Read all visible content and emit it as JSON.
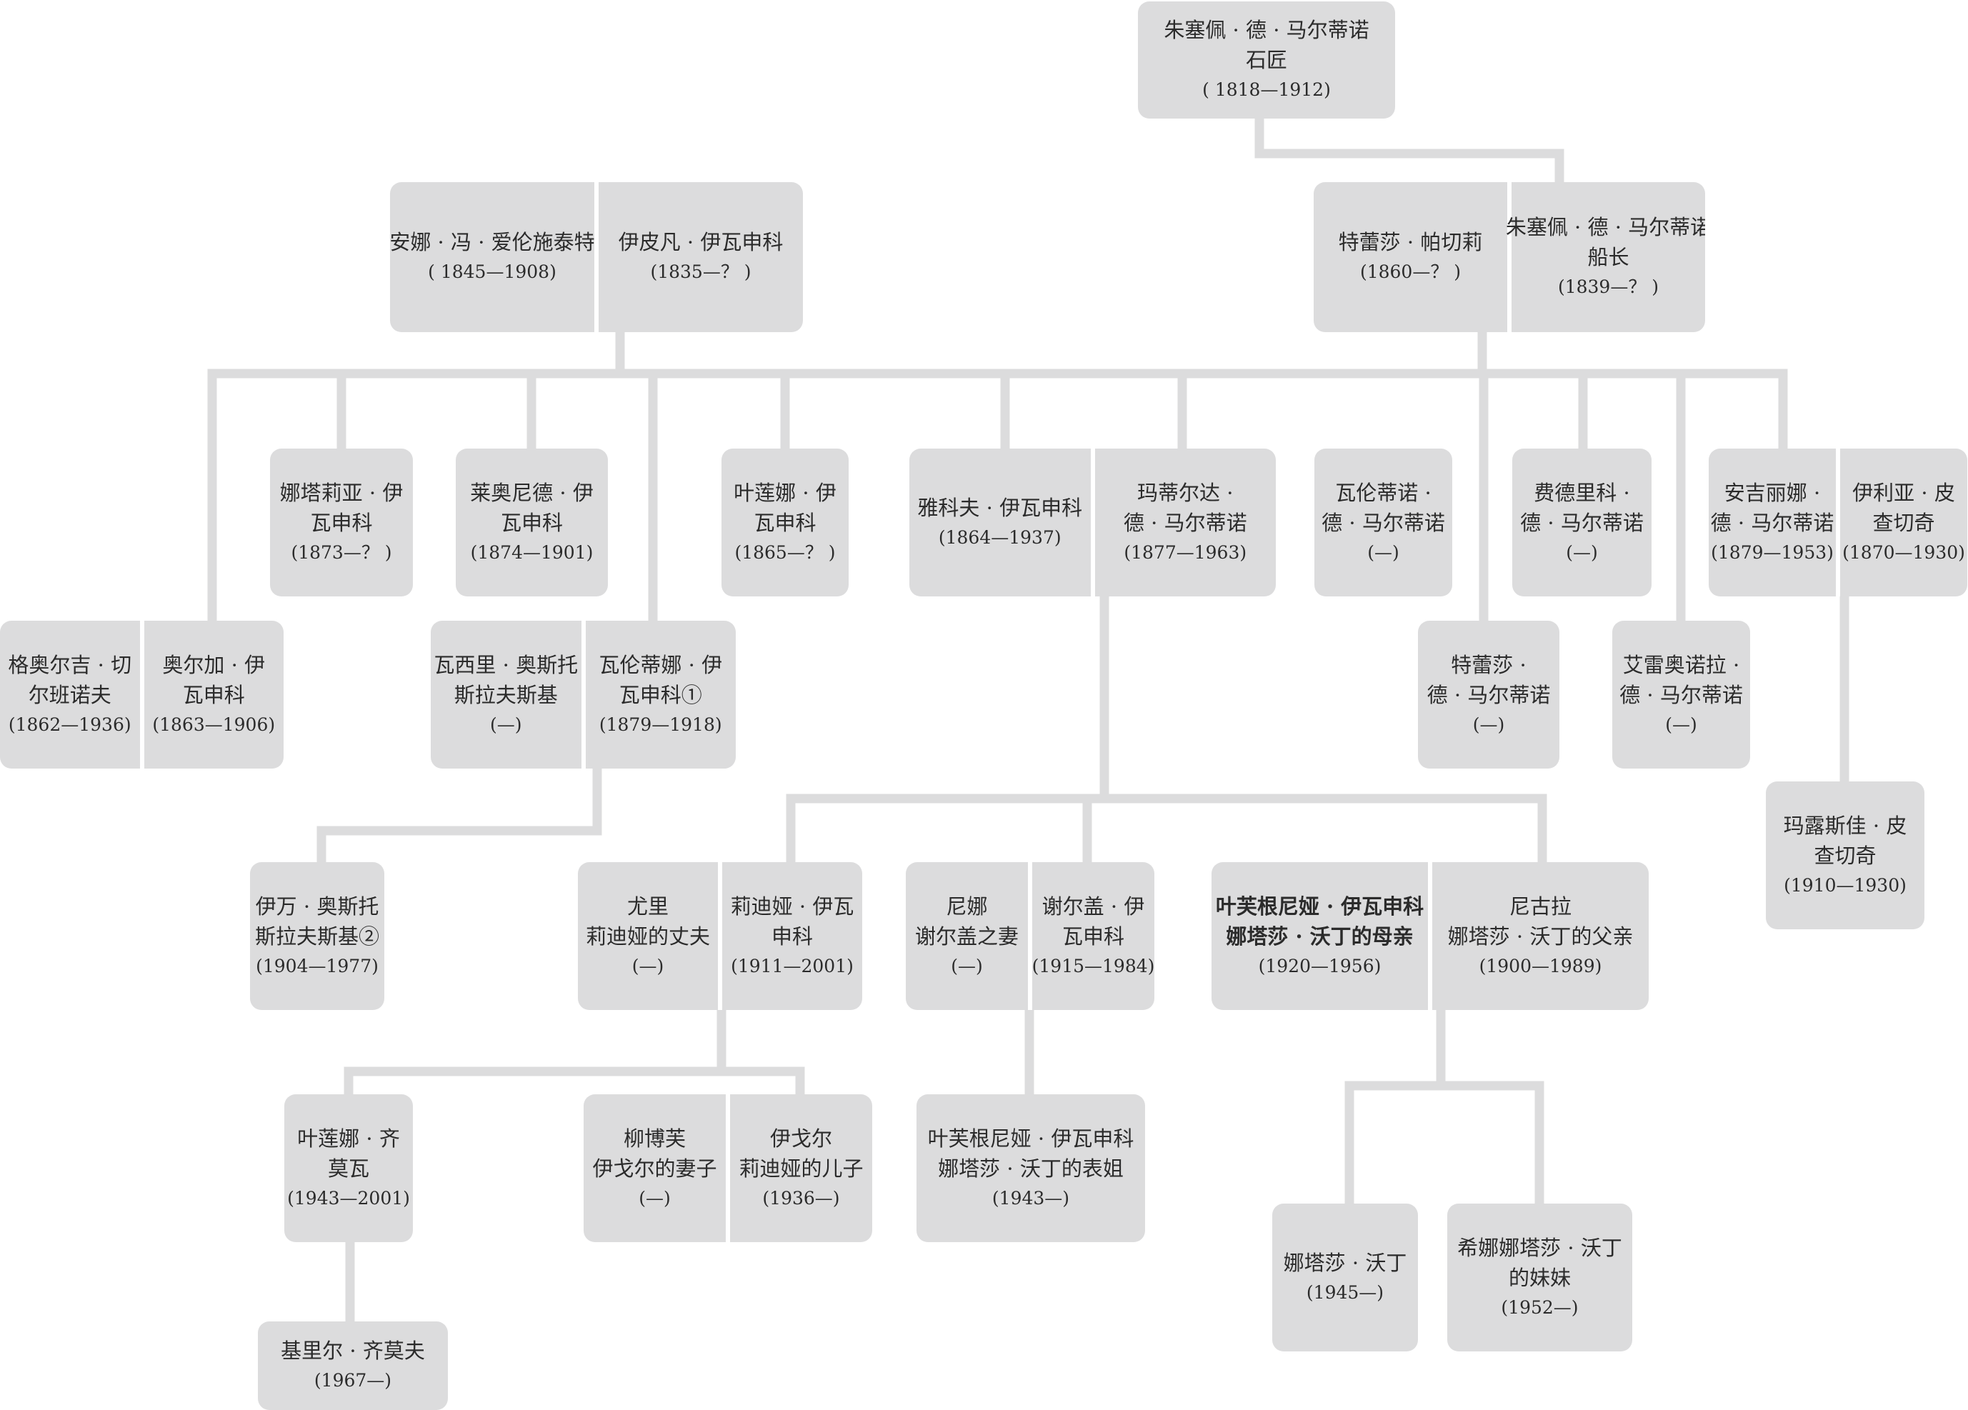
{
  "nodes": {
    "n1": [
      {
        "lines": [
          "朱塞佩 · 德 · 马尔蒂诺",
          "石匠",
          "( 1818—1912)"
        ]
      }
    ],
    "n2": [
      {
        "lines": [
          "安娜 · 冯 · 爱伦施泰特",
          "( 1845—1908)"
        ]
      },
      {
        "lines": [
          "伊皮凡 · 伊瓦申科",
          "(1835—？ )"
        ]
      }
    ],
    "n3": [
      {
        "lines": [
          "特蕾莎 · 帕切莉",
          "(1860—？ )"
        ]
      },
      {
        "lines": [
          "朱塞佩 · 德 · 马尔蒂诺",
          "船长",
          "(1839—？ )"
        ]
      }
    ],
    "n4": [
      {
        "lines": [
          "娜塔莉亚 · 伊",
          "瓦申科",
          "(1873—？ )"
        ]
      }
    ],
    "n5": [
      {
        "lines": [
          "莱奥尼德 · 伊",
          "瓦申科",
          "(1874—1901)"
        ]
      }
    ],
    "n6": [
      {
        "lines": [
          "叶莲娜 · 伊",
          "瓦申科",
          "(1865—？ )"
        ]
      }
    ],
    "n7": [
      {
        "lines": [
          "雅科夫 · 伊瓦申科",
          "(1864—1937)"
        ]
      },
      {
        "lines": [
          "玛蒂尔达 ·",
          "德 · 马尔蒂诺",
          "(1877—1963)"
        ]
      }
    ],
    "n8": [
      {
        "lines": [
          "瓦伦蒂诺 ·",
          "德 · 马尔蒂诺",
          "(—)"
        ]
      }
    ],
    "n9": [
      {
        "lines": [
          "费德里科 ·",
          "德 · 马尔蒂诺",
          "(—)"
        ]
      }
    ],
    "n10": [
      {
        "lines": [
          "安吉丽娜 ·",
          "德 · 马尔蒂诺",
          "(1879—1953)"
        ]
      },
      {
        "lines": [
          "伊利亚 · 皮",
          "查切奇",
          "(1870—1930)"
        ]
      }
    ],
    "n11": [
      {
        "lines": [
          "格奥尔吉 · 切",
          "尔班诺夫",
          "(1862—1936)"
        ]
      },
      {
        "lines": [
          "奥尔加 · 伊",
          "瓦申科",
          "(1863—1906)"
        ]
      }
    ],
    "n12": [
      {
        "lines": [
          "瓦西里 · 奥斯托",
          "斯拉夫斯基",
          "(—)"
        ]
      },
      {
        "lines": [
          "瓦伦蒂娜 · 伊",
          "瓦申科①",
          "(1879—1918)"
        ]
      }
    ],
    "n13": [
      {
        "lines": [
          "特蕾莎 ·",
          "德 · 马尔蒂诺",
          "(—)"
        ]
      }
    ],
    "n14": [
      {
        "lines": [
          "艾雷奥诺拉 ·",
          "德 · 马尔蒂诺",
          "(—)"
        ]
      }
    ],
    "n15": [
      {
        "lines": [
          "玛露斯佳 · 皮",
          "查切奇",
          "(1910—1930)"
        ]
      }
    ],
    "n16": [
      {
        "lines": [
          "伊万 · 奥斯托",
          "斯拉夫斯基②",
          "(1904—1977)"
        ]
      }
    ],
    "n17": [
      {
        "lines": [
          "尤里",
          "莉迪娅的丈夫",
          "(—)"
        ]
      },
      {
        "lines": [
          "莉迪娅 · 伊瓦",
          "申科",
          "(1911—2001)"
        ]
      }
    ],
    "n18": [
      {
        "lines": [
          "尼娜",
          "谢尔盖之妻",
          "(—)"
        ]
      },
      {
        "lines": [
          "谢尔盖 · 伊",
          "瓦申科",
          "(1915—1984)"
        ]
      }
    ],
    "n19": [
      {
        "lines": [
          "叶芙根尼娅 · 伊瓦申科",
          "娜塔莎 · 沃丁的母亲",
          "(1920—1956)"
        ],
        "bold": true
      },
      {
        "lines": [
          "尼古拉",
          "娜塔莎 · 沃丁的父亲",
          "(1900—1989)"
        ]
      }
    ],
    "n20": [
      {
        "lines": [
          "叶莲娜 · 齐",
          "莫瓦",
          "(1943—2001)"
        ]
      }
    ],
    "n21": [
      {
        "lines": [
          "柳博芙",
          "伊戈尔的妻子",
          "(—)"
        ]
      },
      {
        "lines": [
          "伊戈尔",
          "莉迪娅的儿子",
          "(1936—)"
        ]
      }
    ],
    "n22": [
      {
        "lines": [
          "叶芙根尼娅 · 伊瓦申科",
          "娜塔莎 · 沃丁的表姐",
          "(1943—)"
        ]
      }
    ],
    "n23": [
      {
        "lines": [
          "娜塔莎 · 沃丁",
          "(1945—)"
        ]
      }
    ],
    "n24": [
      {
        "lines": [
          "希娜娜塔莎 · 沃丁",
          "的妹妹",
          "(1952—)"
        ]
      }
    ],
    "n25": [
      {
        "lines": [
          "基里尔 · 齐莫夫",
          "(1967—)"
        ]
      }
    ]
  },
  "links": [
    {
      "from": "n1",
      "to": [
        "n3"
      ]
    },
    {
      "from": "n2",
      "to": [
        "n11",
        "n4",
        "n5",
        "n12",
        "n6",
        "n7"
      ]
    },
    {
      "from": "n3",
      "to": [
        "n7",
        "n8",
        "n13",
        "n9",
        "n14",
        "n10"
      ]
    },
    {
      "from": "n10",
      "to": [
        "n15"
      ]
    },
    {
      "from": "n12",
      "to": [
        "n16"
      ]
    },
    {
      "from": "n7",
      "to": [
        "n17",
        "n18",
        "n19"
      ]
    },
    {
      "from": "n17",
      "to": [
        "n20",
        "n21"
      ]
    },
    {
      "from": "n18",
      "to": [
        "n22"
      ]
    },
    {
      "from": "n19",
      "to": [
        "n23",
        "n24"
      ]
    },
    {
      "from": "n20",
      "to": [
        "n25"
      ]
    }
  ]
}
